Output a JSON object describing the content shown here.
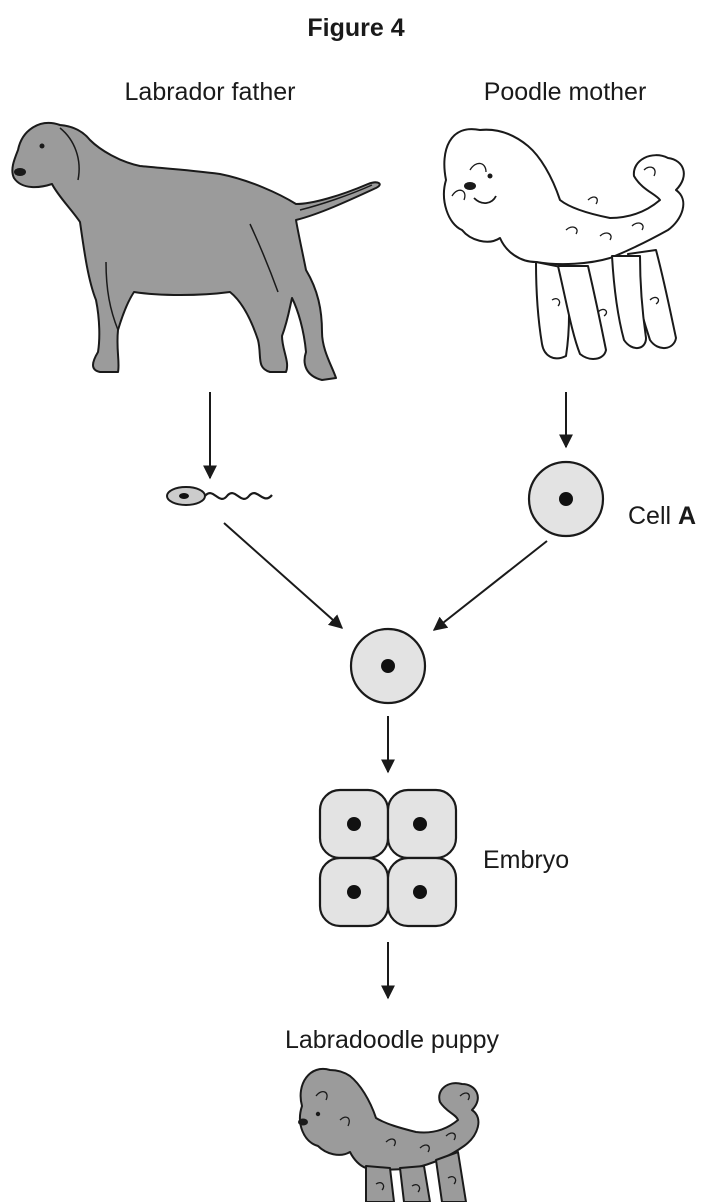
{
  "figure": {
    "title": "Figure 4",
    "father_label": "Labrador father",
    "mother_label": "Poodle mother",
    "cell_label_prefix": "Cell ",
    "cell_label_letter": "A",
    "embryo_label": "Embryo",
    "offspring_label": "Labradoodle puppy"
  }
}
